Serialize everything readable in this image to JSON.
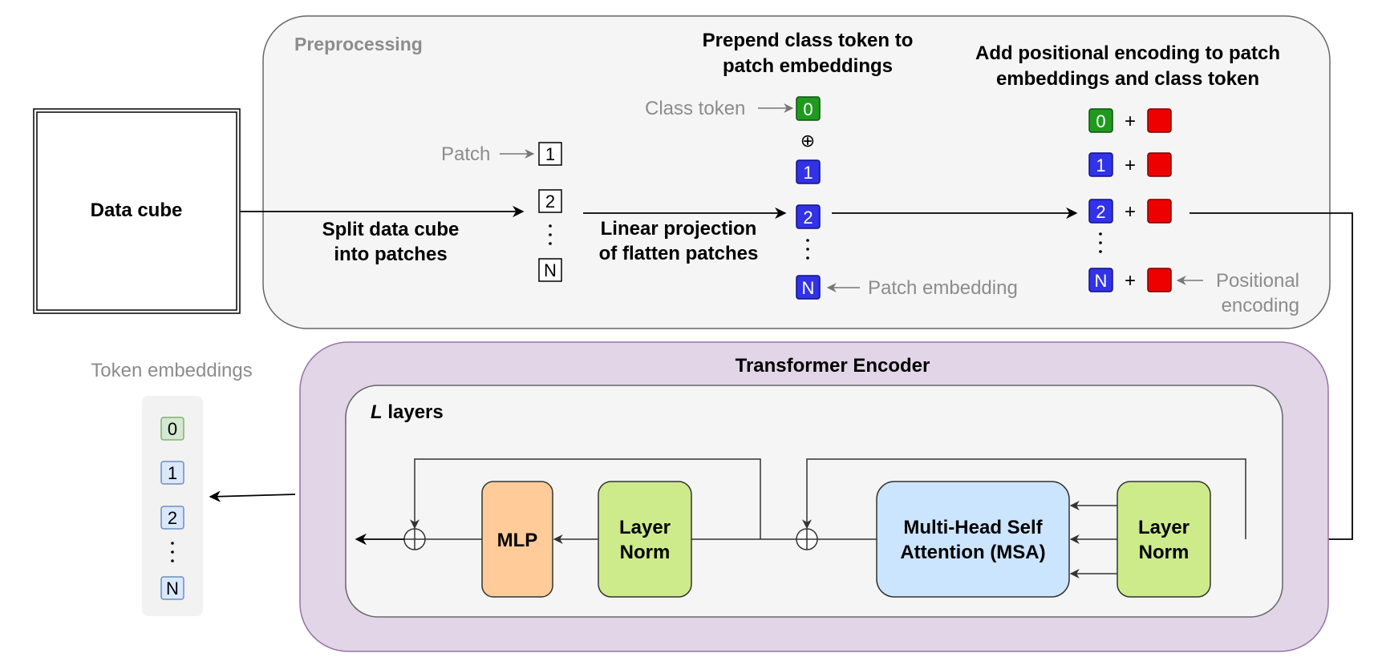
{
  "preprocessing": {
    "label": "Preprocessing",
    "data_cube": "Data cube",
    "split_label": [
      "Split data cube",
      "into patches"
    ],
    "patch_label": "Patch",
    "patches": [
      "1",
      "2",
      "N"
    ],
    "projection_label": [
      "Linear projection",
      "of flatten patches"
    ],
    "prepend_title": [
      "Prepend class token to",
      "patch embeddings"
    ],
    "class_token_label": "Class token",
    "class_token": "0",
    "oplus": "⊕",
    "embeddings": [
      "1",
      "2",
      "N"
    ],
    "patch_embedding_label": "Patch embedding",
    "posenc_title": [
      "Add positional encoding to patch",
      "embeddings and class token"
    ],
    "pos_tokens": [
      "0",
      "1",
      "2",
      "N"
    ],
    "plus": "+",
    "positional_encoding_label": [
      "Positional",
      "encoding"
    ]
  },
  "encoder": {
    "title": "Transformer Encoder",
    "layers_label_italic": "L",
    "layers_label_rest": " layers",
    "mlp": "MLP",
    "layer_norm_1": [
      "Layer",
      "Norm"
    ],
    "msa": [
      "Multi-Head Self",
      "Attention (MSA)"
    ],
    "layer_norm_2": [
      "Layer",
      "Norm"
    ]
  },
  "output": {
    "label": "Token embeddings",
    "tokens": [
      "0",
      "1",
      "2",
      "N"
    ]
  },
  "colors": {
    "class_green": "#1f9a1f",
    "patch_blue": "#3232e6",
    "pos_red": "#ef0000",
    "mlp_orange": "#ffcc99",
    "norm_green": "#cdeb8b",
    "msa_blue": "#cce5ff",
    "encoder_purple": "#e1d5e7",
    "panel_gray": "#f5f5f5",
    "label_gray": "#8c8c8c"
  }
}
